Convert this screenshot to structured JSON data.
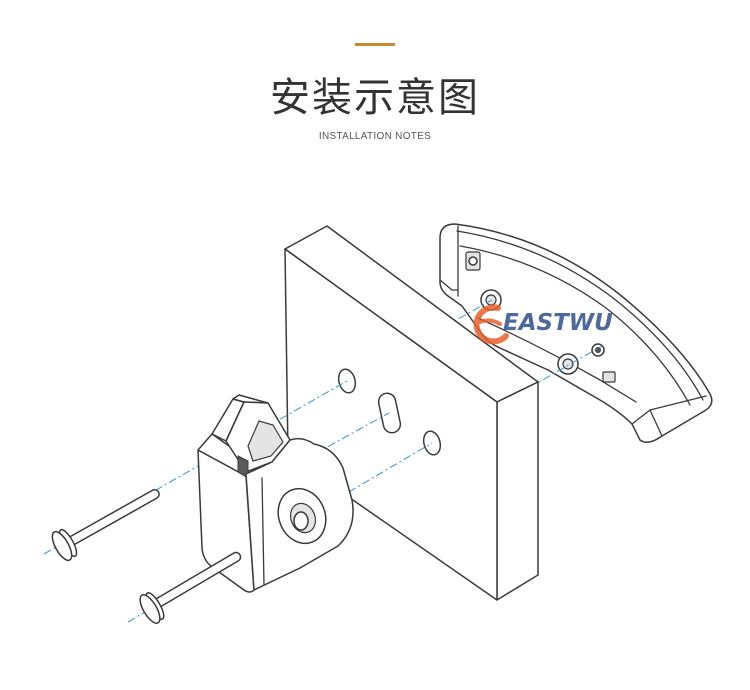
{
  "header": {
    "title": "安装示意图",
    "subtitle": "INSTALLATION NOTES"
  },
  "watermark": {
    "brand": "EASTWU"
  },
  "colors": {
    "accent": "#c9892c",
    "line_art": "#3a3a3a",
    "axis_line": "#3f9fd6",
    "watermark_orange": "#e8602c",
    "watermark_blue": "#2e4f8e"
  }
}
